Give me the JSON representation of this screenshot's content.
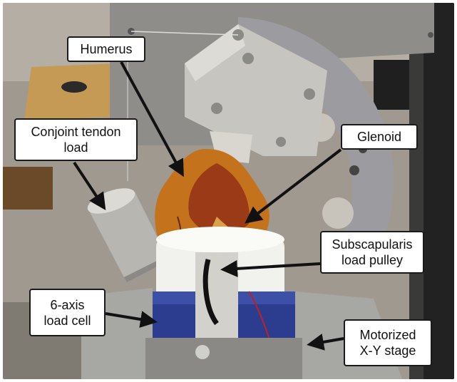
{
  "image": {
    "description_type": "annotated-lab-photo",
    "palette": {
      "background_wall": "#a9a39a",
      "metal_plate": "#8d8d8c",
      "rotation_ring": "#9a9a9c",
      "bracket": "#c7c6c0",
      "tissue_orange": "#c4731b",
      "tissue_red": "#8f2f15",
      "weight_steel": "#b9b7b2",
      "cup_white": "#f2f2ee",
      "load_cell_blue": "#2b3c8e",
      "stage_grey": "#a5a5a3",
      "arrow": "#111111",
      "label_bg": "#ffffff"
    }
  },
  "labels": {
    "humerus": "Humerus",
    "conjoint": "Conjoint tendon\nload",
    "glenoid": "Glenoid",
    "subscapularis": "Subscapularis\nload pulley",
    "load_cell": "6-axis\nload cell",
    "stage": "Motorized\nX-Y stage"
  }
}
